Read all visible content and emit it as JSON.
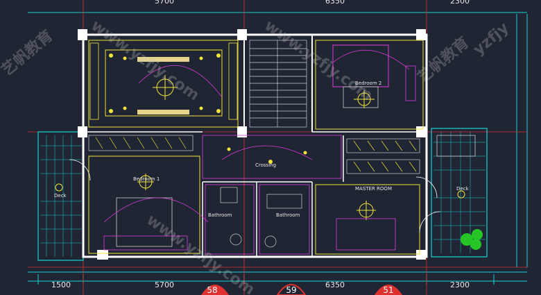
{
  "plan": {
    "rooms": {
      "bedroom2": "Bedroom 2",
      "bedroom1": "Bedroom 1",
      "crossing": "Crossing",
      "bathroom_left": "Bathroom",
      "bathroom_right": "Bathroom",
      "deck_left": "Deck",
      "deck_right": "Deck",
      "master": "MASTER ROOM"
    },
    "dimensions": {
      "top": [
        "5700",
        "6350",
        "2300"
      ],
      "bottom": [
        "1500",
        "5700",
        "6350",
        "2300"
      ]
    },
    "grid_bubbles": [
      "58",
      "59",
      "51"
    ],
    "watermarks": [
      "www.yzfjy.com",
      "艺帆教育",
      "yzfjy"
    ]
  },
  "colors": {
    "background": "#1f2532",
    "wall": "#ffffff",
    "cyan": "#19d4d4",
    "magenta": "#e23ce0",
    "yellow": "#f2e43a",
    "red": "#e03030",
    "green": "#26c526"
  }
}
